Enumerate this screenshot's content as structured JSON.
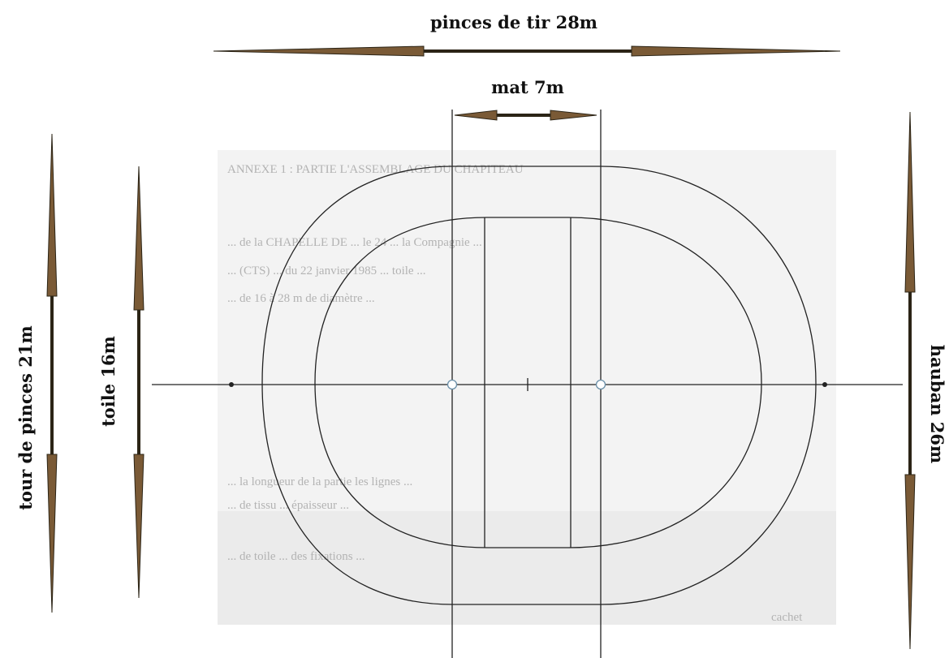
{
  "diagram": {
    "labels": {
      "pinces_de_tir": "pinces de tir 28m",
      "mat": "mat 7m",
      "tour_de_pinces": "tour de pinces 21m",
      "toile": "toile 16m",
      "hauban": "hauban 26m"
    },
    "colors": {
      "arrow_fill": "#7a5a36",
      "arrow_outline": "#2b2416",
      "outline": "#222222",
      "ghost_panel": "#f1f1f1",
      "ghost_text": "#b3b3b3"
    },
    "background_text": [
      "ANNEXE 1 : PARTIE L'ASSEMBLAGE DU CHAPITEAU",
      "... de la CHAPELLE DE ... le 24 ... la Compagnie ...",
      "... (CTS) ... du 22 janvier 1985 ... toile ...",
      "... de 16 à 28 m de diamètre ...",
      "... la longueur de la partie les lignes ...",
      "... de tissu ... épaisseur ...",
      "... de toile ... des fixations ...",
      "cachet"
    ]
  }
}
